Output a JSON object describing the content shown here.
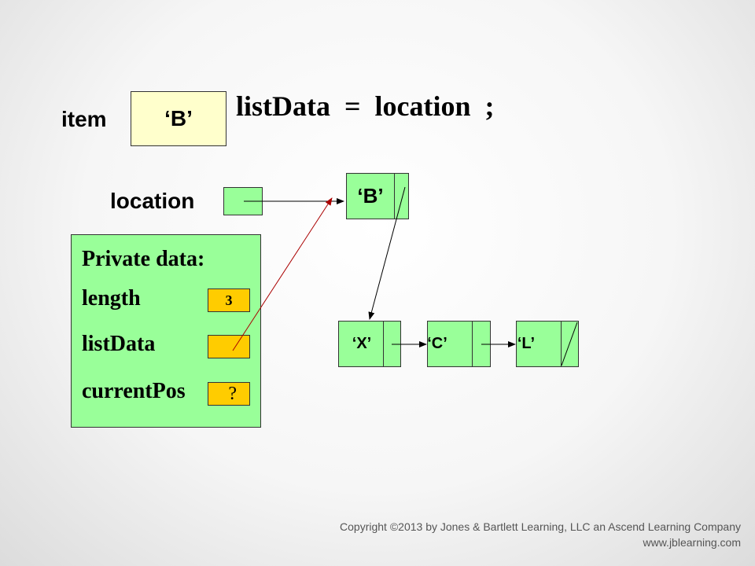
{
  "item": {
    "label": "item",
    "value": "‘B’"
  },
  "statement": "listData  =  location  ;",
  "location": {
    "label": "location"
  },
  "private_data": {
    "title": "Private data:",
    "length_label": "length",
    "length_value": "3",
    "listdata_label": "listData",
    "currentpos_label": "currentPos",
    "currentpos_value": "?"
  },
  "nodes": {
    "b": "‘B’",
    "x": "‘X’",
    "c": "‘C’",
    "l": "‘L’"
  },
  "colors": {
    "node_fill": "#99ff99",
    "item_fill": "#ffffcc",
    "field_fill": "#ffcc00",
    "pointer_red": "#aa0000"
  },
  "copyright": {
    "line1": "Copyright ©2013 by Jones & Bartlett Learning, LLC an Ascend Learning Company",
    "line2": "www.jblearning.com"
  }
}
